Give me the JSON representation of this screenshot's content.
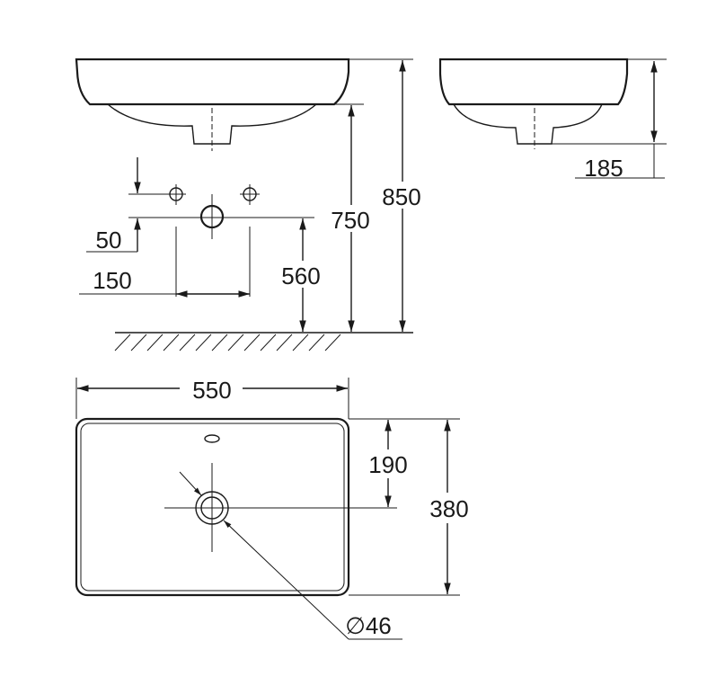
{
  "drawing": {
    "dimensions": {
      "total_height": "850",
      "rim_height": "750",
      "depth_side": "185",
      "valve_offset": "50",
      "valve_spacing": "150",
      "outlet_height": "560",
      "width": "550",
      "drain_position": "190",
      "depth": "380",
      "drain_diameter": "∅46"
    }
  }
}
